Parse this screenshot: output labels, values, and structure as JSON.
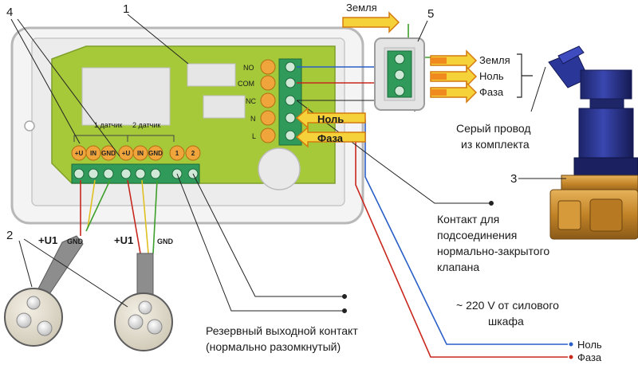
{
  "callouts": {
    "n1": "1",
    "n2": "2",
    "n3": "3",
    "n4": "4",
    "n5": "5"
  },
  "board": {
    "relay_pins": [
      "NO",
      "COM",
      "NC",
      "N",
      "L"
    ],
    "sensor1_label": "1 датчик",
    "sensor2_label": "2 датчик",
    "terminals": [
      "+U",
      "IN",
      "GND",
      "+U",
      "IN",
      "GND",
      "1",
      "2"
    ]
  },
  "sensor_wires": {
    "s1_plus": "+U1",
    "s1_gnd": "GND",
    "s2_plus": "+U1",
    "s2_gnd": "GND"
  },
  "arrows": {
    "zemlya_in": "Земля",
    "nol_in": "Ноль",
    "faza_in": "Фаза",
    "zemlya_out": "Земля",
    "nol_out": "Ноль",
    "faza_out": "Фаза"
  },
  "notes": {
    "grey_wire_line1": "Серый провод",
    "grey_wire_line2": "из комплекта",
    "contact_line1": "Контакт для",
    "contact_line2": "подсоединения",
    "contact_line3": "нормально-закрытого",
    "contact_line4": "клапана",
    "power_line1": "~ 220 V от силового",
    "power_line2": "шкафа",
    "nol_end": "Ноль",
    "faza_end": "Фаза",
    "reserve_line1": "Резервный выходной контакт",
    "reserve_line2": "(нормально разомкнутый)"
  },
  "colors": {
    "board_green": "#a6c93a",
    "terminal_green": "#2f9a5a",
    "pin_orange": "#f0a53c",
    "arrow_yellow": "#f6d23a",
    "arrow_orange": "#f08a1e",
    "wire_blue": "#2a5fc8",
    "wire_red": "#c8281e",
    "wire_green": "#3ca02a",
    "valve_blue": "#26318a",
    "valve_brass": "#c9892c"
  }
}
